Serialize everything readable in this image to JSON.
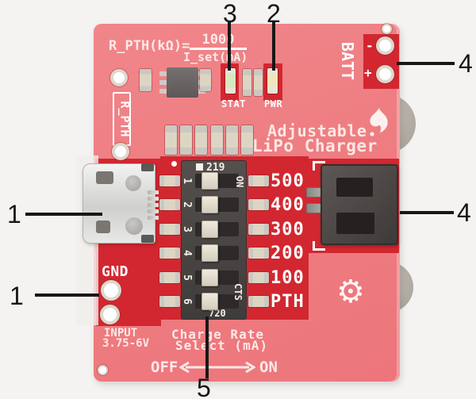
{
  "scene": {
    "background_color": "#f5f3f1",
    "board_muted_color": "#ee7d81",
    "highlight_color": "#d22730",
    "silkscreen_color": "#ffffff",
    "annotation_color": "#171717"
  },
  "callouts": {
    "items": [
      {
        "label": "3",
        "target": "stat-led"
      },
      {
        "label": "2",
        "target": "pwr-led"
      },
      {
        "label": "4",
        "target": "batt-pth-holes"
      },
      {
        "label": "4",
        "target": "jst-battery-connector"
      },
      {
        "label": "1",
        "target": "micro-usb-connector"
      },
      {
        "label": "1",
        "target": "gnd-holes"
      },
      {
        "label": "5",
        "target": "charge-rate-dip-switch"
      }
    ]
  },
  "board": {
    "formula": {
      "lhs": "R_PTH(kΩ)=",
      "numerator": "1000",
      "denominator": "I_set(mA)"
    },
    "title": {
      "line1": "Adjustable",
      "line2": "LiPo Charger"
    },
    "labels": {
      "stat": "STAT",
      "pwr": "PWR",
      "batt": "BATT",
      "batt_neg": "-",
      "batt_pos": "+",
      "r_pth": "R_PTH",
      "gnd": "GND",
      "input_line1": "INPUT",
      "input_line2": "3.75-6V",
      "charge_line1": "Charge Rate",
      "charge_line2": "Select (mA)",
      "off": "OFF",
      "on": "ON"
    },
    "dip_switch": {
      "top_marking": "219",
      "bottom_marking": "720",
      "on_marking": "ON",
      "cts_marking": "CTS",
      "positions": [
        "1",
        "2",
        "3",
        "4",
        "5",
        "6"
      ],
      "rate_labels": [
        "500",
        "400",
        "300",
        "200",
        "100",
        "PTH"
      ]
    },
    "icons": {
      "sparkfun_flame": "sparkfun-flame-icon",
      "oshw_gear": "oshw-gear-icon",
      "oshw_gear_glyph": "⚙"
    }
  }
}
